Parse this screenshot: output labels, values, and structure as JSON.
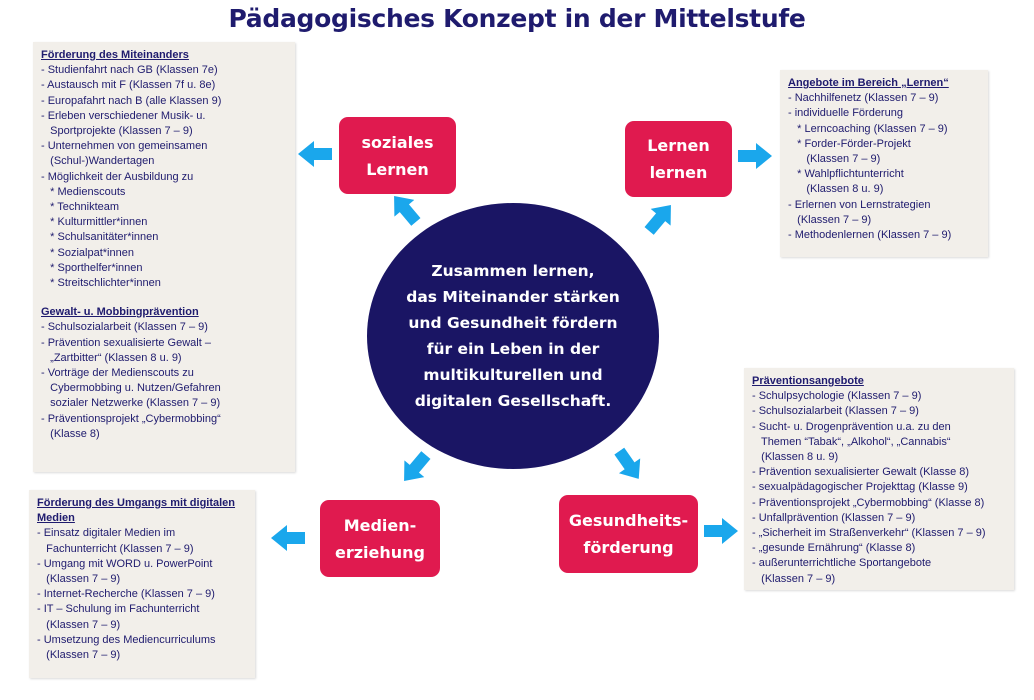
{
  "title": "Pädagogisches Konzept in der Mittelstufe",
  "center": {
    "lines": [
      "Zusammen lernen,",
      "das Miteinander stärken",
      "und Gesundheit fördern",
      "für ein Leben in der",
      "multikulturellen und",
      "digitalen Gesellschaft."
    ]
  },
  "boxes": {
    "soziales": [
      "soziales",
      "Lernen"
    ],
    "lernen": [
      "Lernen",
      "lernen"
    ],
    "medien": [
      "Medien-",
      "erziehung"
    ],
    "gesundheit": [
      "Gesundheits-",
      "förderung"
    ]
  },
  "panels": {
    "miteinander": {
      "sections": [
        {
          "heading": "Förderung des Miteinanders",
          "items": [
            "- Studienfahrt nach GB (Klassen 7e)",
            "- Austausch mit F (Klassen 7f u. 8e)",
            "- Europafahrt nach B (alle Klassen 9)",
            "- Erleben verschiedener Musik- u.",
            "   Sportprojekte (Klassen 7 – 9)",
            "- Unternehmen von gemeinsamen",
            "   (Schul-)Wandertagen",
            "- Möglichkeit der Ausbildung zu",
            "   * Medienscouts",
            "   * Technikteam",
            "   * Kulturmittler*innen",
            "   * Schulsanitäter*innen",
            "   * Sozialpat*innen",
            "   * Sporthelfer*innen",
            "   * Streitschlichter*innen"
          ]
        },
        {
          "heading": "Gewalt- u. Mobbingprävention",
          "items": [
            "- Schulsozialarbeit (Klassen 7 – 9)",
            "- Prävention sexualisierte Gewalt –",
            "   „Zartbitter“ (Klassen 8 u. 9)",
            "- Vorträge der Medienscouts zu",
            "   Cybermobbing u. Nutzen/Gefahren",
            "   sozialer Netzwerke (Klassen 7 – 9)",
            "- Präventionsprojekt „Cybermobbing“",
            "   (Klasse 8)"
          ]
        }
      ]
    },
    "lernen": {
      "sections": [
        {
          "heading": "Angebote im Bereich „Lernen“",
          "items": [
            "- Nachhilfenetz (Klassen 7 – 9)",
            "- individuelle Förderung",
            "   * Lerncoaching (Klassen 7 – 9)",
            "   * Forder-Förder-Projekt",
            "      (Klassen 7 – 9)",
            "   * Wahlpflichtunterricht",
            "      (Klassen 8 u. 9)",
            "- Erlernen von Lernstrategien",
            "   (Klassen 7 – 9)",
            "- Methodenlernen (Klassen 7 – 9)"
          ]
        }
      ]
    },
    "medien": {
      "sections": [
        {
          "heading": "Förderung des Umgangs mit digitalen Medien",
          "items": [
            "- Einsatz digitaler Medien im",
            "   Fachunterricht (Klassen 7 – 9)",
            "- Umgang mit WORD u. PowerPoint",
            "   (Klassen 7 – 9)",
            "- Internet-Recherche (Klassen 7 – 9)",
            "- IT – Schulung im Fachunterricht",
            "   (Klassen 7 – 9)",
            "- Umsetzung des Mediencurriculums",
            "   (Klassen 7 – 9)"
          ]
        }
      ]
    },
    "praevention": {
      "sections": [
        {
          "heading": "Präventionsangebote",
          "items": [
            "- Schulpsychologie (Klassen 7 – 9)",
            "- Schulsozialarbeit (Klassen 7 – 9)",
            "- Sucht- u. Drogenprävention u.a. zu den",
            "   Themen “Tabak“, „Alkohol“, „Cannabis“",
            "   (Klassen 8 u. 9)",
            "- Prävention sexualisierter Gewalt (Klasse 8)",
            "- sexualpädagogischer Projekttag (Klasse 9)",
            "- Präventionsprojekt „Cybermobbing“ (Klasse 8)",
            "- Unfallprävention (Klassen 7 – 9)",
            "- „Sicherheit im Straßenverkehr“ (Klassen 7 – 9)",
            "- „gesunde Ernährung“ (Klasse 8)",
            "- außerunterrichtliche Sportangebote",
            "   (Klassen 7 – 9)"
          ]
        }
      ]
    }
  },
  "colors": {
    "title": "#1f1b6e",
    "circle": "#1a1564",
    "box": "#e01a4f",
    "arrow": "#1aa7ec",
    "panel": "#f2efea"
  }
}
